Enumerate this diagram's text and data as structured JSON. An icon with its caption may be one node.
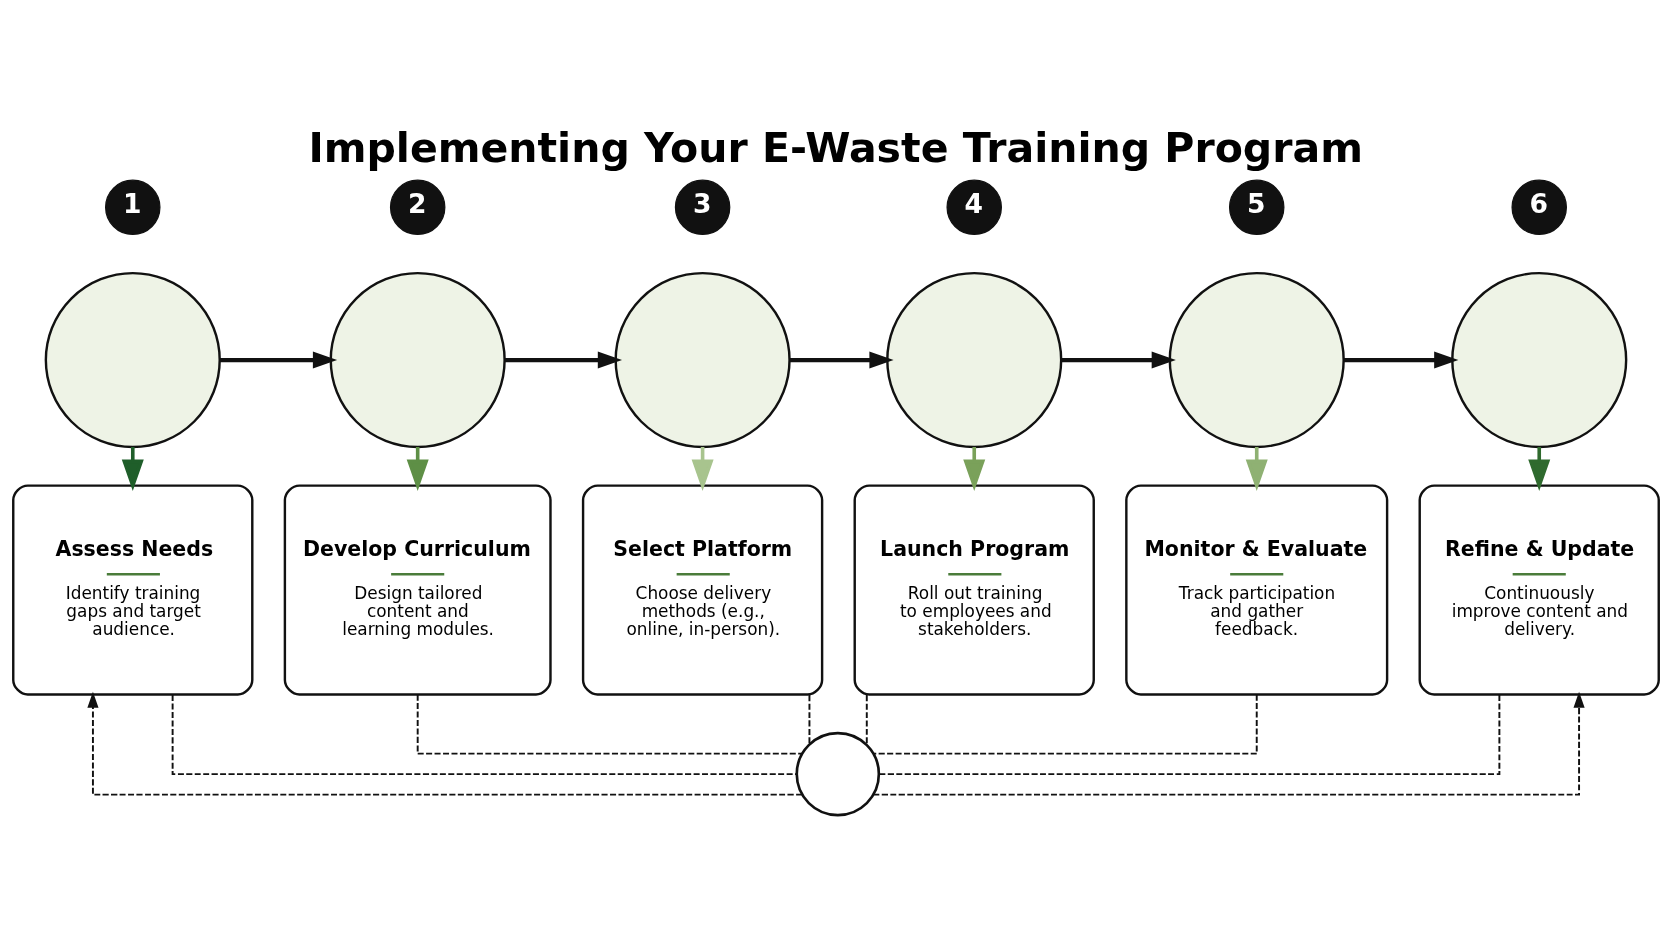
{
  "diagram": {
    "title": "Implementing Your E-Waste Training Program",
    "nodes": [
      {
        "text": [
          "1"
        ]
      },
      {
        "text": [],
        "shape": "circle"
      },
      {
        "text": [
          "Assess Needs",
          "Identify training gaps and target audience."
        ]
      },
      {
        "text": [
          "2"
        ]
      },
      {
        "text": [],
        "shape": "circle"
      },
      {
        "text": [
          "Develop Curriculum",
          "Design tailored content and learning modules."
        ]
      },
      {
        "text": [
          "3"
        ]
      },
      {
        "text": [],
        "shape": "circle"
      },
      {
        "text": [
          "Select Platform",
          "Choose delivery methods (e.g., online, in-person)."
        ]
      },
      {
        "text": [
          "4"
        ]
      },
      {
        "text": [],
        "shape": "circle"
      },
      {
        "text": [
          "Launch Program",
          "Roll out training to employees and stakeholders."
        ]
      },
      {
        "text": [
          "5"
        ]
      },
      {
        "text": [],
        "shape": "circle"
      },
      {
        "text": [
          "Monitor & Evaluate",
          "Track participation and gather feedback."
        ]
      },
      {
        "text": [
          "6"
        ]
      },
      {
        "text": [],
        "shape": "circle"
      },
      {
        "text": [
          "Refine & Update",
          "Continuously improve content and delivery."
        ]
      },
      {
        "text": [],
        "shape": "circle"
      }
    ],
    "edges": [
      {
        "from": 1,
        "to": 4,
        "arrow": "to"
      },
      {
        "from": 4,
        "to": 7,
        "arrow": "to"
      },
      {
        "from": 7,
        "to": 10,
        "arrow": "to"
      },
      {
        "from": 10,
        "to": 13,
        "arrow": "to"
      },
      {
        "from": 13,
        "to": 16,
        "arrow": "to"
      },
      {
        "from": 1,
        "to": 2,
        "arrow": "to",
        "color": "#1f5e2a"
      },
      {
        "from": 4,
        "to": 5,
        "arrow": "to",
        "color": "#5e8f46"
      },
      {
        "from": 7,
        "to": 8,
        "arrow": "to",
        "color": "#a8c48e"
      },
      {
        "from": 10,
        "to": 11,
        "arrow": "to",
        "color": "#7aa15a"
      },
      {
        "from": 13,
        "to": 14,
        "arrow": "to",
        "color": "#8fb173"
      },
      {
        "from": 16,
        "to": 17,
        "arrow": "to",
        "color": "#2f6a2e"
      },
      {
        "from": 2,
        "to": 18,
        "arrow": "none",
        "style": "dashed"
      },
      {
        "from": 5,
        "to": 18,
        "arrow": "none",
        "style": "dashed"
      },
      {
        "from": 8,
        "to": 18,
        "arrow": "none",
        "style": "dashed"
      },
      {
        "from": 11,
        "to": 18,
        "arrow": "none",
        "style": "dashed"
      },
      {
        "from": 14,
        "to": 18,
        "arrow": "none",
        "style": "dashed"
      },
      {
        "from": 17,
        "to": 18,
        "arrow": "none",
        "style": "dashed"
      },
      {
        "from": 18,
        "to": 2,
        "arrow": "to",
        "style": "dashed"
      },
      {
        "from": 18,
        "to": 17,
        "arrow": "to",
        "style": "dashed"
      }
    ]
  }
}
